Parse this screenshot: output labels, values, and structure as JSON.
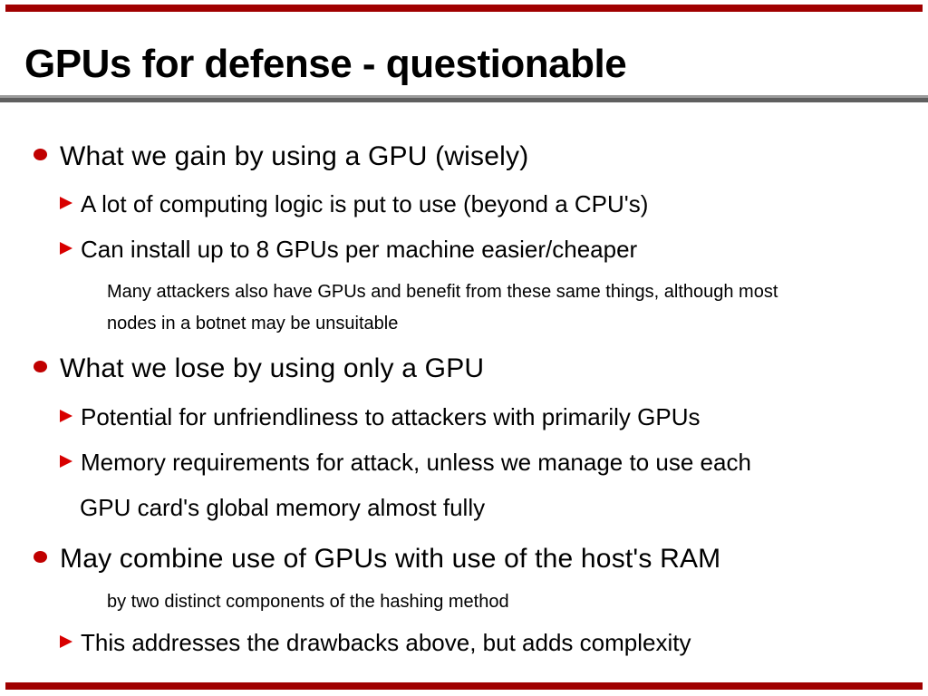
{
  "slide": {
    "title": "GPUs for defense - questionable",
    "bullets": [
      {
        "level": 1,
        "text": "What we gain by using a GPU (wisely)"
      },
      {
        "level": 2,
        "text": "A lot of computing logic is put to use (beyond a CPU's)"
      },
      {
        "level": 2,
        "text": "Can install up to 8 GPUs per machine easier/cheaper"
      },
      {
        "level": 3,
        "text": "Many attackers also have GPUs and benefit from these same things, although most"
      },
      {
        "level": 3,
        "text": "nodes in a botnet may be unsuitable"
      },
      {
        "level": 1,
        "text": "What we lose by using only a GPU"
      },
      {
        "level": 2,
        "text": "Potential for unfriendliness to attackers with primarily GPUs"
      },
      {
        "level": 2,
        "text": "Memory requirements for attack, unless we manage to use each"
      },
      {
        "level": 2,
        "text": "GPU card's global memory almost fully",
        "continuation": true
      },
      {
        "level": 1,
        "text": "May combine use of GPUs with use of the host's RAM"
      },
      {
        "level": 3,
        "text": "by two distinct components of the hashing method"
      },
      {
        "level": 2,
        "text": "This addresses the drawbacks above, but adds complexity"
      }
    ],
    "colors": {
      "edge_bar_red": "#a00000",
      "bullet_disc_red": "#c00000",
      "bullet_triangle_red": "#d80000",
      "rule_light_gray": "#9b9b9b",
      "rule_dark_gray": "#5f5f5f"
    }
  }
}
